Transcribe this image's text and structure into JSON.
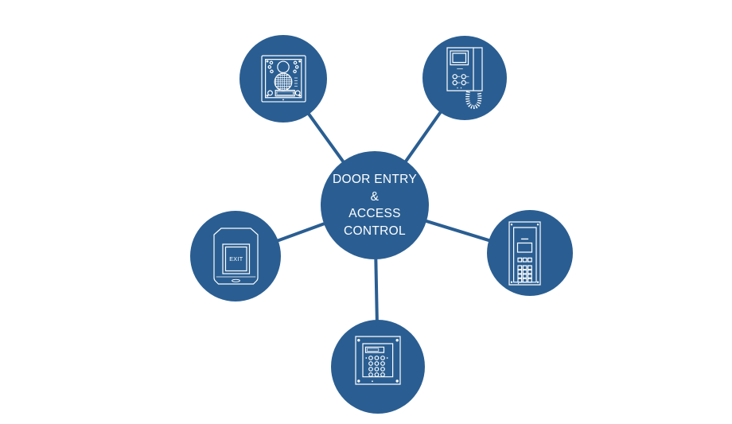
{
  "diagram": {
    "background_color": "#FFFFFF",
    "node_color": "#2A5E92",
    "connector_color": "#2A5E92",
    "icon_stroke_color": "#FFFFFF",
    "hub": {
      "lines": [
        "DOOR ENTRY",
        "&",
        "ACCESS",
        "CONTROL"
      ]
    },
    "nodes": [
      {
        "name": "door-entry-video-panel",
        "position": "top-left",
        "icon": "door-entry-video-panel-icon"
      },
      {
        "name": "video-intercom-handset",
        "position": "top-right",
        "icon": "video-intercom-handset-icon"
      },
      {
        "name": "exit-button",
        "position": "left",
        "icon": "exit-button-icon",
        "label": "EXIT"
      },
      {
        "name": "audio-entry-keypad-panel",
        "position": "right",
        "icon": "audio-entry-keypad-panel-icon"
      },
      {
        "name": "keypad-access-panel",
        "position": "bottom",
        "icon": "keypad-access-panel-icon"
      }
    ]
  }
}
